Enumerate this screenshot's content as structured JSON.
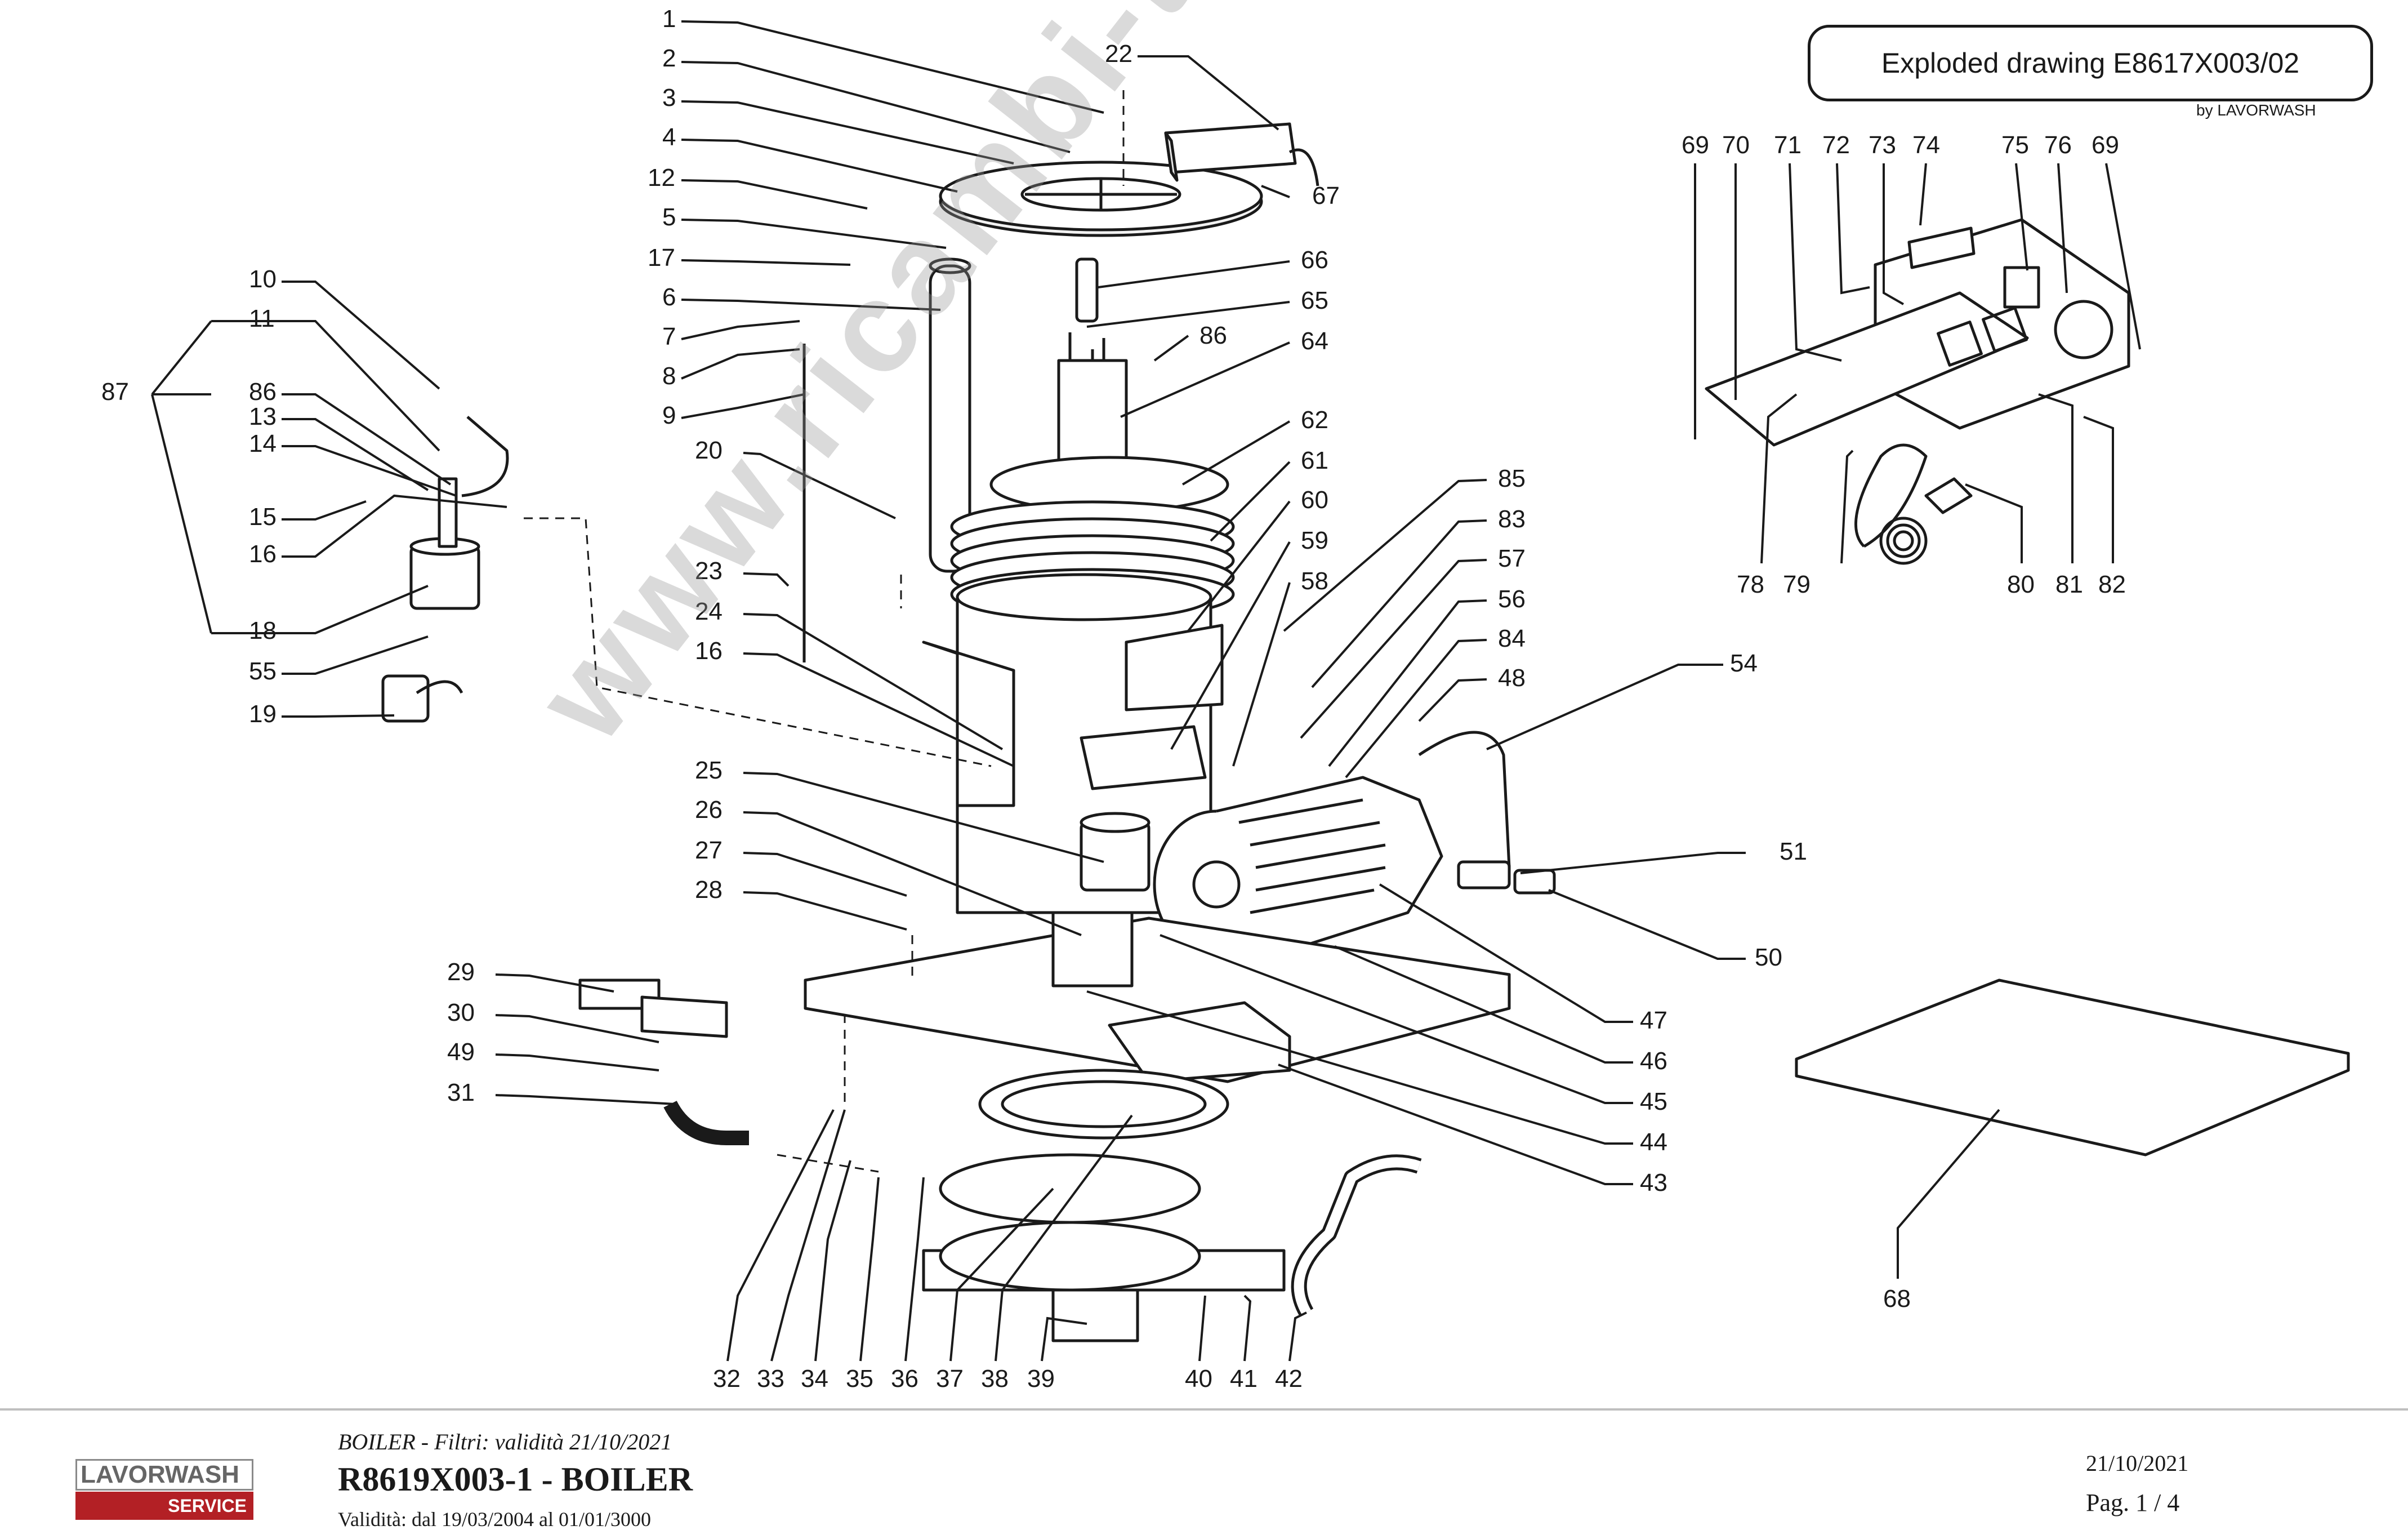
{
  "header": {
    "title": "Exploded drawing E8617X003/02",
    "by": "by LAVORWASH"
  },
  "watermark": "www.ricambi-tensili.com",
  "callouts": [
    {
      "num": "1",
      "type": "left"
    },
    {
      "num": "2",
      "type": "left"
    },
    {
      "num": "3",
      "type": "left"
    },
    {
      "num": "4",
      "type": "left"
    },
    {
      "num": "12",
      "type": "left"
    },
    {
      "num": "5",
      "type": "left"
    },
    {
      "num": "17",
      "type": "left"
    },
    {
      "num": "6",
      "type": "left"
    },
    {
      "num": "7",
      "type": "left"
    },
    {
      "num": "8",
      "type": "left"
    },
    {
      "num": "9",
      "type": "left"
    },
    {
      "num": "20",
      "type": "left"
    },
    {
      "num": "23",
      "type": "left"
    },
    {
      "num": "24",
      "type": "left"
    },
    {
      "num": "16",
      "type": "left"
    },
    {
      "num": "25",
      "type": "left"
    },
    {
      "num": "26",
      "type": "left"
    },
    {
      "num": "27",
      "type": "left"
    },
    {
      "num": "28",
      "type": "left"
    },
    {
      "num": "29",
      "type": "left"
    },
    {
      "num": "30",
      "type": "left"
    },
    {
      "num": "49",
      "type": "left"
    },
    {
      "num": "31",
      "type": "left"
    },
    {
      "num": "10",
      "type": "left"
    },
    {
      "num": "11",
      "type": "left"
    },
    {
      "num": "87",
      "type": "left"
    },
    {
      "num": "86",
      "type": "left"
    },
    {
      "num": "13",
      "type": "left"
    },
    {
      "num": "14",
      "type": "left"
    },
    {
      "num": "15",
      "type": "left"
    },
    {
      "num": "16",
      "type": "left"
    },
    {
      "num": "18",
      "type": "left"
    },
    {
      "num": "55",
      "type": "left"
    },
    {
      "num": "19",
      "type": "left"
    },
    {
      "num": "22",
      "type": "right"
    },
    {
      "num": "67",
      "type": "right"
    },
    {
      "num": "66",
      "type": "right"
    },
    {
      "num": "65",
      "type": "right"
    },
    {
      "num": "86",
      "type": "right"
    },
    {
      "num": "64",
      "type": "right"
    },
    {
      "num": "62",
      "type": "right"
    },
    {
      "num": "61",
      "type": "right"
    },
    {
      "num": "60",
      "type": "right"
    },
    {
      "num": "59",
      "type": "right"
    },
    {
      "num": "58",
      "type": "right"
    },
    {
      "num": "85",
      "type": "right"
    },
    {
      "num": "83",
      "type": "right"
    },
    {
      "num": "57",
      "type": "right"
    },
    {
      "num": "56",
      "type": "right"
    },
    {
      "num": "84",
      "type": "right"
    },
    {
      "num": "48",
      "type": "right"
    },
    {
      "num": "54",
      "type": "right"
    },
    {
      "num": "51",
      "type": "right"
    },
    {
      "num": "50",
      "type": "right"
    },
    {
      "num": "47",
      "type": "right"
    },
    {
      "num": "46",
      "type": "right"
    },
    {
      "num": "45",
      "type": "right"
    },
    {
      "num": "44",
      "type": "right"
    },
    {
      "num": "43",
      "type": "right"
    },
    {
      "num": "32",
      "type": "bottom"
    },
    {
      "num": "33",
      "type": "bottom"
    },
    {
      "num": "34",
      "type": "bottom"
    },
    {
      "num": "35",
      "type": "bottom"
    },
    {
      "num": "36",
      "type": "bottom"
    },
    {
      "num": "37",
      "type": "bottom"
    },
    {
      "num": "38",
      "type": "bottom"
    },
    {
      "num": "39",
      "type": "bottom"
    },
    {
      "num": "40",
      "type": "bottom"
    },
    {
      "num": "41",
      "type": "bottom"
    },
    {
      "num": "42",
      "type": "bottom"
    },
    {
      "num": "69",
      "type": "top"
    },
    {
      "num": "70",
      "type": "top"
    },
    {
      "num": "71",
      "type": "top"
    },
    {
      "num": "72",
      "type": "top"
    },
    {
      "num": "73",
      "type": "top"
    },
    {
      "num": "74",
      "type": "top"
    },
    {
      "num": "75",
      "type": "top"
    },
    {
      "num": "76",
      "type": "top"
    },
    {
      "num": "69",
      "type": "top"
    },
    {
      "num": "78",
      "type": "bottom"
    },
    {
      "num": "79",
      "type": "bottom"
    },
    {
      "num": "80",
      "type": "bottom"
    },
    {
      "num": "81",
      "type": "bottom"
    },
    {
      "num": "82",
      "type": "bottom"
    },
    {
      "num": "68",
      "type": "bottom"
    }
  ],
  "footer": {
    "logo_top": "LAVORWASH",
    "logo_bottom": "SERVICE",
    "subtitle": "BOILER - Filtri: validità 21/10/2021",
    "title": "R8619X003-1 - BOILER",
    "validity": "Validità: dal 19/03/2004 al 01/01/3000",
    "date": "21/10/2021",
    "page": "Pag. 1 / 4"
  },
  "colors": {
    "line": "#1a1a1a",
    "logo_red": "#b32025",
    "watermark": "#969696"
  }
}
